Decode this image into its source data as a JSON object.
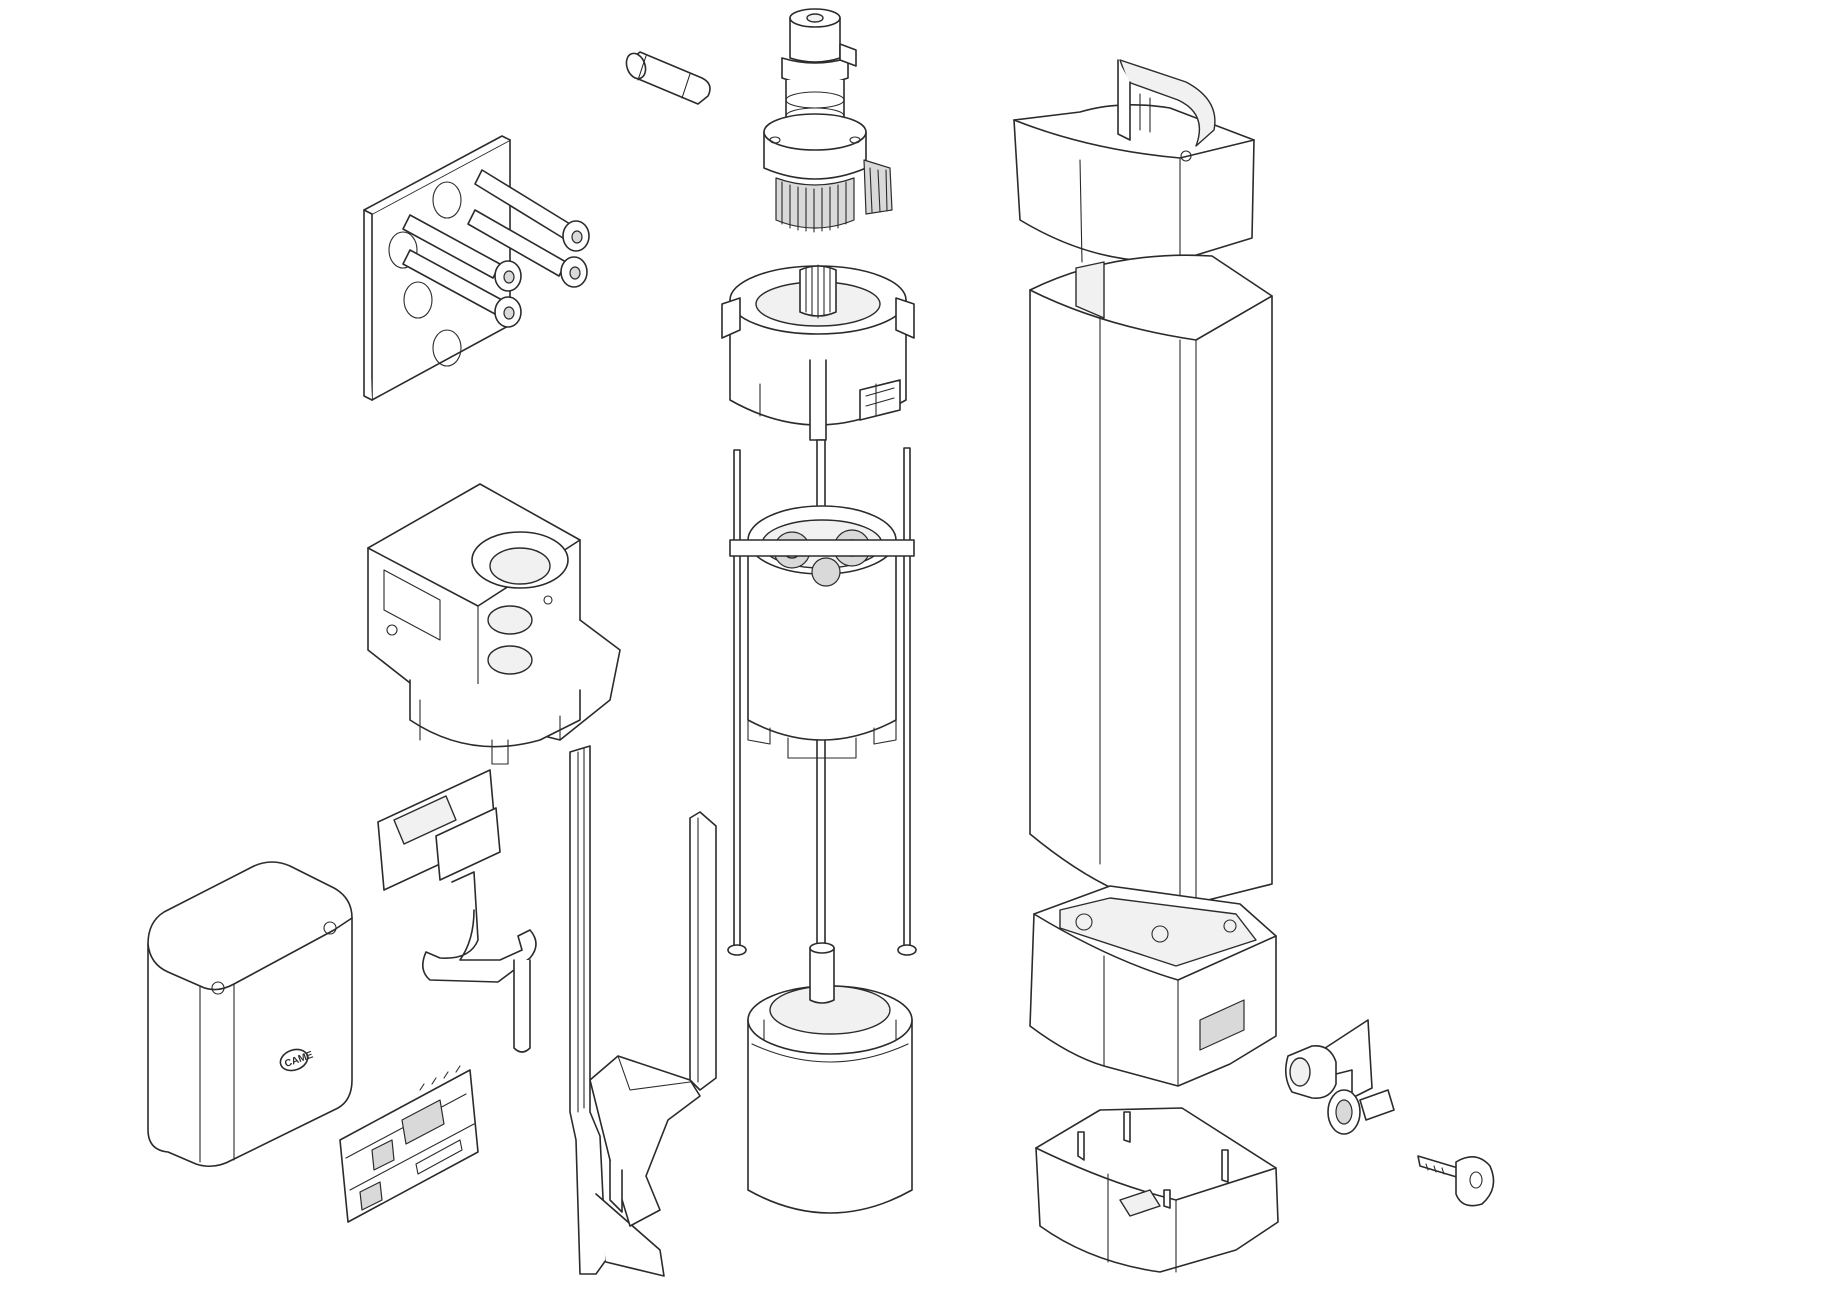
{
  "drawing": {
    "line_color": "#2b2b2b",
    "fill_color": "#ffffff",
    "shade_color": "#f1f1f1",
    "background": "#ffffff"
  },
  "parts": [
    {
      "id": "fuse",
      "icon": "fuse-icon"
    },
    {
      "id": "output-shaft-pinion",
      "icon": "shaft-gear-icon"
    },
    {
      "id": "mounting-plate-with-bolts",
      "icon": "plate-icon"
    },
    {
      "id": "gear-cover",
      "icon": "gear-housing-icon"
    },
    {
      "id": "planetary-gear-stage",
      "icon": "planetary-gear-icon"
    },
    {
      "id": "tie-rods",
      "icon": "rod-icon"
    },
    {
      "id": "motor",
      "icon": "motor-icon"
    },
    {
      "id": "top-cap",
      "icon": "cap-icon"
    },
    {
      "id": "column-casing",
      "icon": "casing-icon"
    },
    {
      "id": "upper-support-housing",
      "icon": "housing-icon"
    },
    {
      "id": "wiring-connector",
      "icon": "connector-icon"
    },
    {
      "id": "control-box",
      "icon": "enclosure-icon"
    },
    {
      "id": "control-board",
      "icon": "pcb-icon"
    },
    {
      "id": "cable-channel",
      "icon": "channel-icon"
    },
    {
      "id": "support-bracket",
      "icon": "bracket-icon"
    },
    {
      "id": "base-upper",
      "icon": "base-icon"
    },
    {
      "id": "base-lower",
      "icon": "base-icon"
    },
    {
      "id": "release-lock",
      "icon": "lock-icon"
    },
    {
      "id": "key",
      "icon": "key-icon"
    }
  ],
  "logo": "CAME"
}
